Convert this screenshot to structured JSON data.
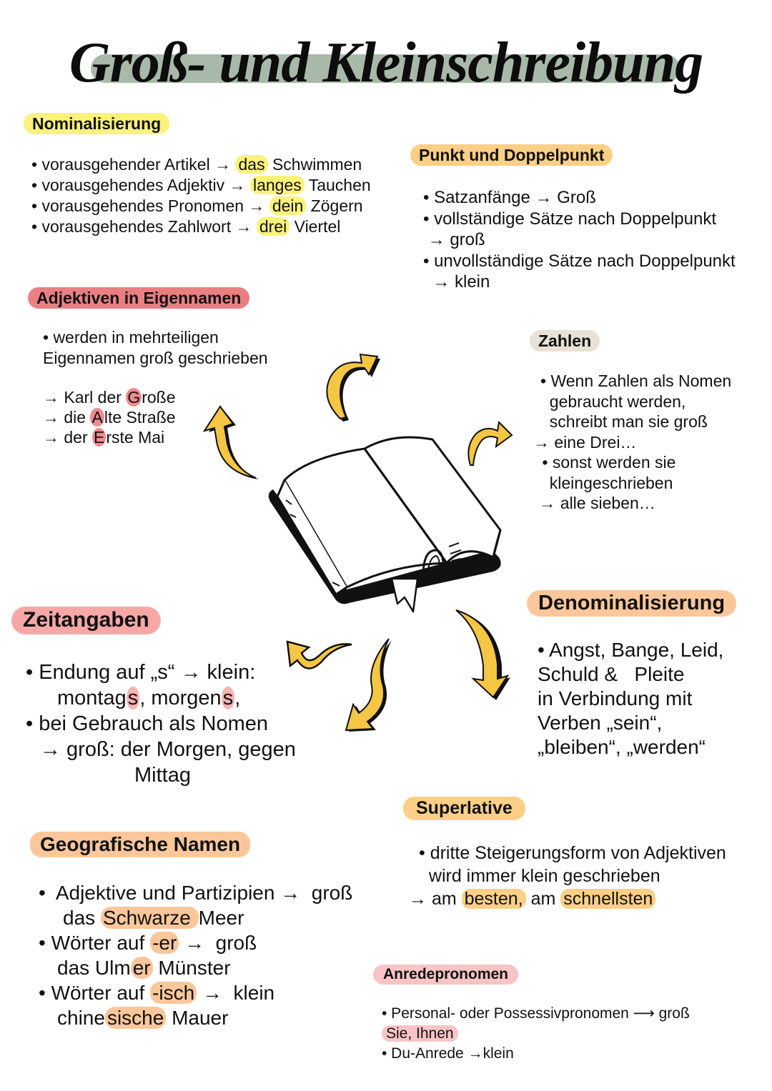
{
  "title": "Groß- und Kleinschreibung",
  "colors": {
    "title_bar": "#a9b9a9",
    "yellow": "#fbf27a",
    "orange": "#fbcf86",
    "peach": "#fbc79a",
    "red": "#ea7f82",
    "pink": "#f8a7a7",
    "light_pink": "#f9c4c6",
    "beige": "#e9e1d5",
    "arrow_yellow": "#f5c544"
  },
  "arrow": "→",
  "nominalisierung": {
    "heading": "Nominalisierung",
    "items": [
      {
        "pre": "• vorausgehender Artikel → ",
        "hl": "das",
        "post": " Schwimmen"
      },
      {
        "pre": "• vorausgehendes Adjektiv → ",
        "hl": "langes",
        "post": " Tauchen"
      },
      {
        "pre": "• vorausgehendes Pronomen → ",
        "hl": "dein",
        "post": " Zögern"
      },
      {
        "pre": "• vorausgehendes Zahlwort → ",
        "hl": "drei",
        "post": " Viertel"
      }
    ]
  },
  "punkt": {
    "heading": "Punkt und Doppelpunkt",
    "lines": [
      "• Satzanfänge →  Groß",
      "• vollständige Sätze nach Doppelpunkt",
      " → groß",
      "• unvollständige Sätze nach Doppelpunkt",
      "  → klein"
    ]
  },
  "adjektiven": {
    "heading": "Adjektiven in Eigennamen",
    "lines": [
      "• werden in mehrteiligen",
      "Eigennamen groß geschrieben"
    ],
    "examples": [
      {
        "pre": "→ Karl der ",
        "hl": "G",
        "post": "roße"
      },
      {
        "pre": "→ die ",
        "hl": "A",
        "post": "lte Straße"
      },
      {
        "pre": "→ der ",
        "hl": "E",
        "post": "rste Mai"
      }
    ]
  },
  "zahlen": {
    "heading": "Zahlen",
    "lines": [
      "• Wenn Zahlen als Nomen",
      "  gebraucht werden,",
      "  schreibt man sie groß",
      "→ eine Drei…",
      " • sonst werden sie",
      "  kleingeschrieben",
      " → alle sieben…"
    ]
  },
  "zeitangaben": {
    "heading": "Zeitangaben",
    "line1": "• Endung auf „s“ → klein:",
    "examples": [
      {
        "pre": "montag",
        "hl": "s",
        "post": ","
      },
      {
        "pre": " morgen",
        "hl": "s",
        "post": ","
      }
    ],
    "line3": "• bei Gebrauch als Nomen",
    "line4": "→ groß: der Morgen, gegen",
    "line5": "Mittag"
  },
  "denominalisierung": {
    "heading": "Denominalisierung",
    "lines": [
      "• Angst, Bange, Leid,",
      "Schuld &   Pleite",
      "in Verbindung mit",
      "Verben „sein“,",
      "„bleiben“, „werden“"
    ]
  },
  "superlative": {
    "heading": "Superlative",
    "lines": [
      "• dritte Steigerungsform von Adjektiven",
      "  wird immer klein geschrieben"
    ],
    "example": {
      "arrow": "→ am ",
      "hl1": "besten,",
      "mid": " am ",
      "hl2": "schnellsten"
    }
  },
  "geografisch": {
    "heading": "Geografische Namen",
    "l1": "•  Adjektive und Partizipien →  groß",
    "l2": {
      "pre": "das ",
      "hl": "Schwarze ",
      "post": "Meer"
    },
    "l3": {
      "pre": "• Wörter auf ",
      "hl": "-er",
      "post": " →  groß"
    },
    "l4": {
      "pre": "das Ulm",
      "hl": "er",
      "post": " Münster"
    },
    "l5": {
      "pre": "• Wörter auf ",
      "hl": "-isch",
      "post": " →  klein"
    },
    "l6": {
      "pre": "chine",
      "hl": "sische",
      "post": " Mauer"
    }
  },
  "anrede": {
    "heading": "Anredepronomen",
    "l1": "• Personal- oder Possessivpronomen ⟶ groß",
    "l2": "Sie, Ihnen",
    "l3": "• Du-Anrede →klein"
  }
}
